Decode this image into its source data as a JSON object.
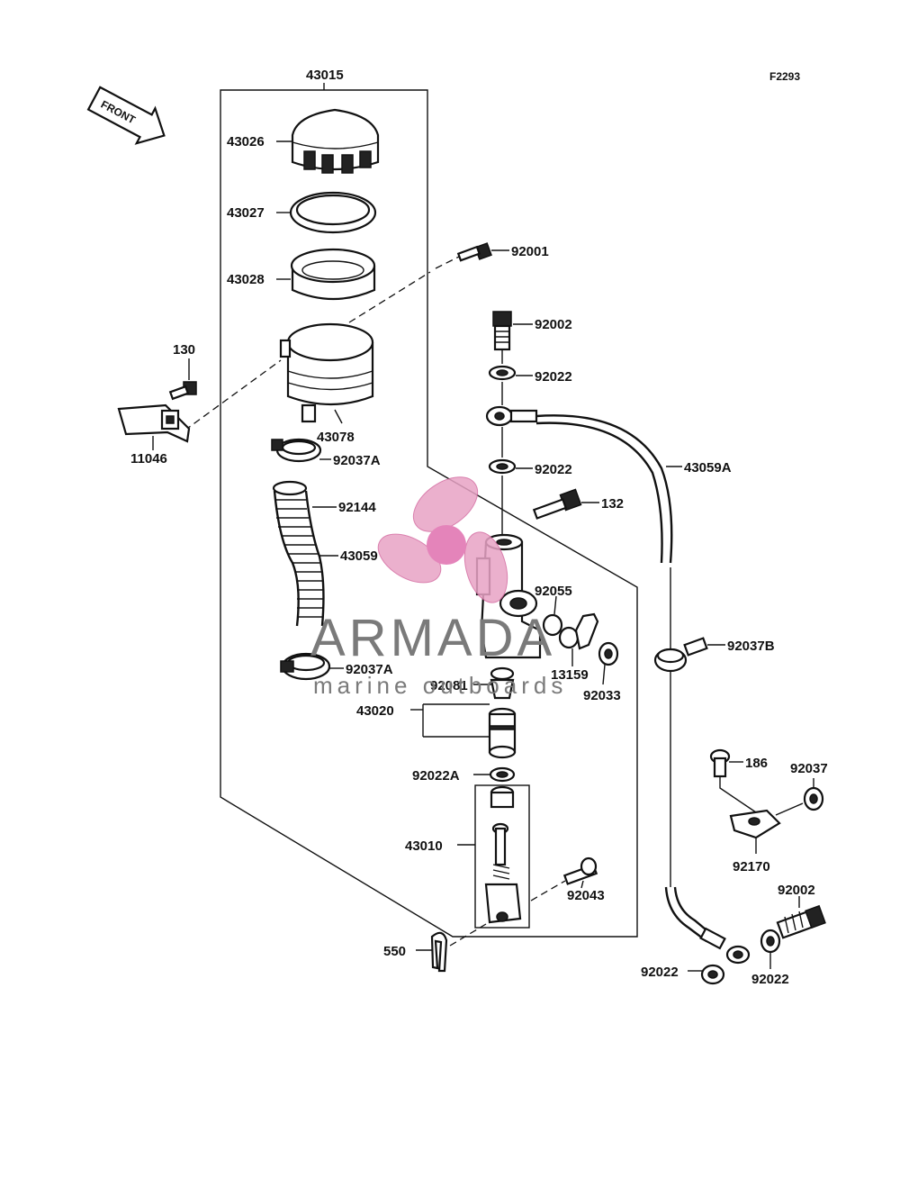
{
  "figure_code": "F2293",
  "front_arrow_label": "FRONT",
  "watermark": {
    "brand": "ARMADA",
    "subtitle": "marine outboards"
  },
  "parts": {
    "p43015": "43015",
    "p43026": "43026",
    "p43027": "43027",
    "p43028": "43028",
    "p92001": "92001",
    "p92002_top": "92002",
    "p92022_a": "92022",
    "p92022_b": "92022",
    "p130": "130",
    "p11046": "11046",
    "p43078": "43078",
    "p92037A_top": "92037A",
    "p92144": "92144",
    "p43059": "43059",
    "p43059A": "43059A",
    "p132": "132",
    "p92055": "92055",
    "p13159": "13159",
    "p92033": "92033",
    "p92037B": "92037B",
    "p92037A_bottom": "92037A",
    "p92081": "92081",
    "p43020": "43020",
    "p92022A": "92022A",
    "p43010": "43010",
    "p92043": "92043",
    "p550": "550",
    "p186": "186",
    "p92037": "92037",
    "p92170": "92170",
    "p92002_bottom": "92002",
    "p92022_c": "92022",
    "p92022_d": "92022"
  }
}
